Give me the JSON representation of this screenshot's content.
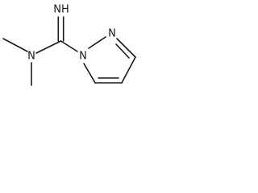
{
  "molecule": {
    "atoms": {
      "imine_nitrogen": "NH",
      "amine_nitrogen": "N",
      "pyrazole_n1": "N",
      "pyrazole_n2": "N"
    }
  }
}
